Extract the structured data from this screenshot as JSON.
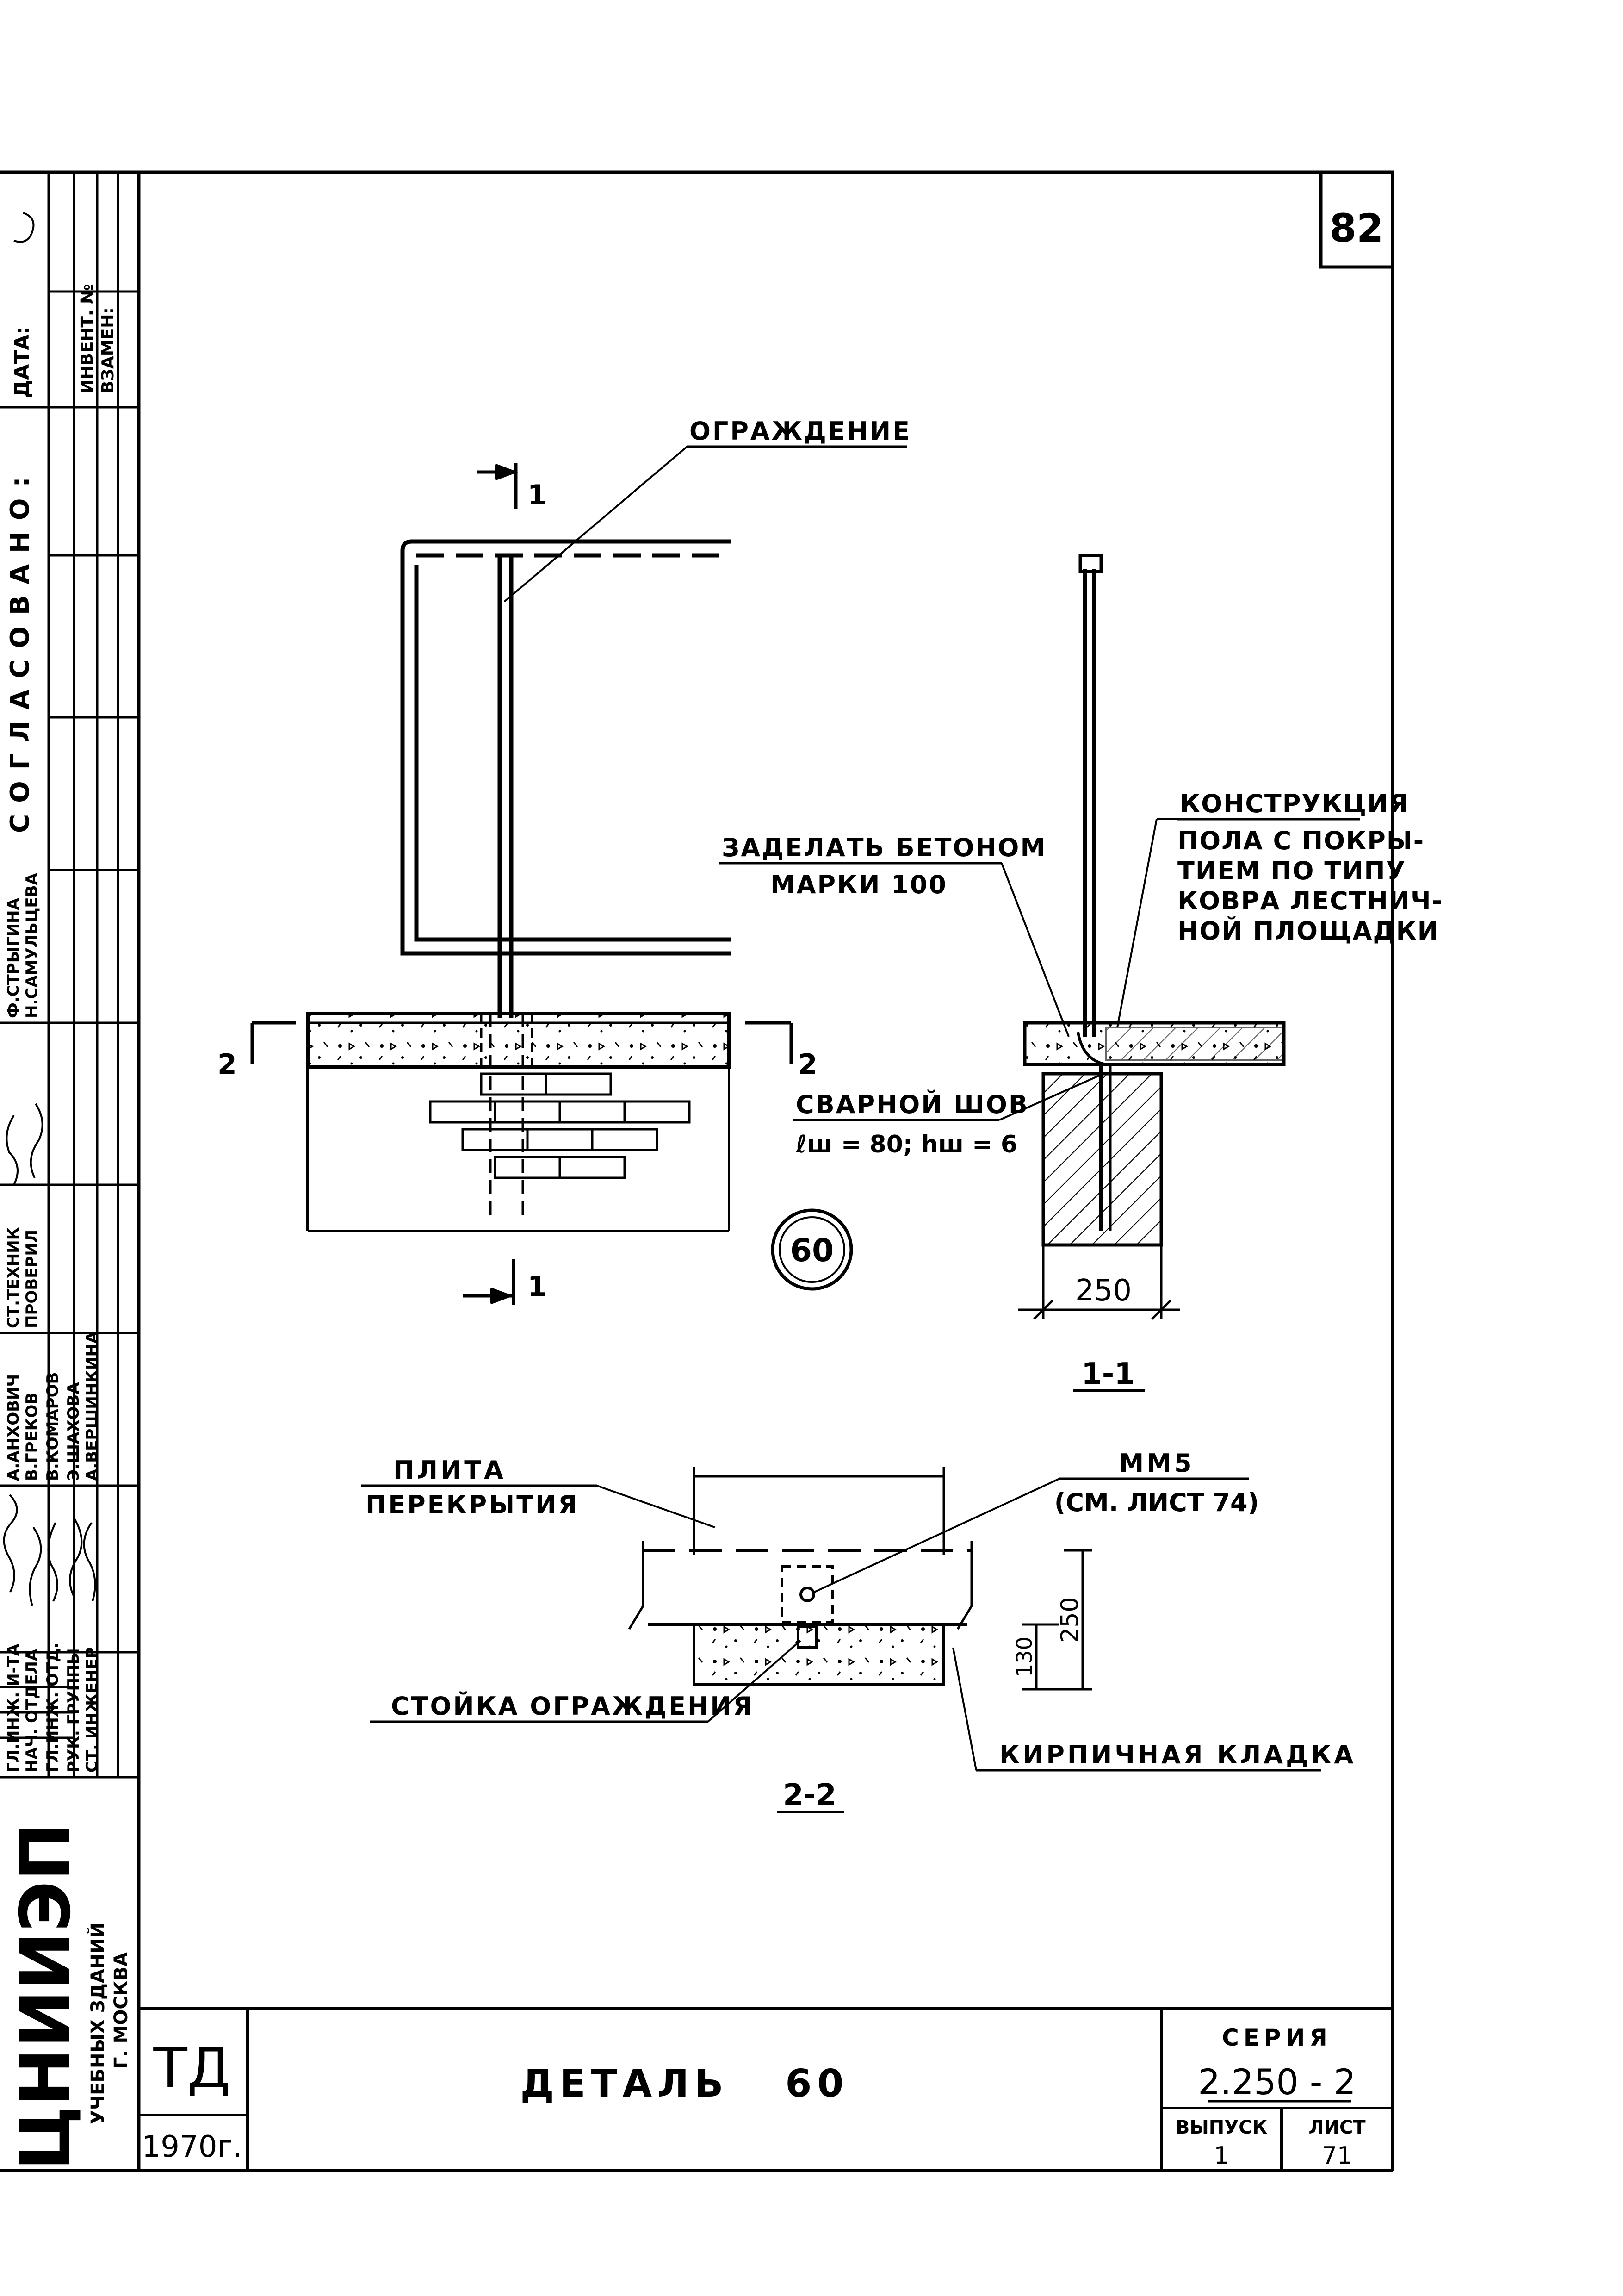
{
  "sheet": {
    "page_number": "82",
    "approval": {
      "heading": "СОГЛАСОВАНО:",
      "date_label": "ДАТА:",
      "inventory_label": "ИНВЕНТ. №",
      "replacement_label": "ВЗАМЕН:"
    },
    "signatures": [
      {
        "role": "ГЛ.ИНЖ. И-ТА",
        "name": "А.АНХОВИЧ",
        "role2": "СТ.ТЕХНИК",
        "name2": "Ф.СТРЫГИНА"
      },
      {
        "role": "НАЧ. ОТДЕЛА",
        "name": "В.ГРЕКОВ",
        "role2": "ПРОВЕРИЛ",
        "name2": "Н.САМУЛЬЦЕВА"
      },
      {
        "role": "ГЛ.ИНЖ. ОТД.",
        "name": "В.КОМАРОВ",
        "role2": "",
        "name2": ""
      },
      {
        "role": "РУК. ГРУППЫ",
        "name": "Э.ШАХОВА",
        "role2": "",
        "name2": ""
      },
      {
        "role": "СТ. ИНЖЕНЕР",
        "name": "А.ВЕРШИНКИНА",
        "role2": "",
        "name2": ""
      }
    ],
    "organization": {
      "name": "ЦНИИЭП",
      "line1": "УЧЕБНЫХ ЗДАНИЙ",
      "line2": "Г. МОСКВА"
    },
    "title_block": {
      "td": "ТД",
      "year": "1970г.",
      "title": "ДЕТАЛЬ   60",
      "series_label": "СЕРИЯ",
      "series": "2.250 - 2",
      "issue_label": "ВЫПУСК",
      "issue": "1",
      "list_label": "ЛИСТ",
      "list": "71"
    }
  },
  "drawing": {
    "detail_number": "60",
    "labels": {
      "railing": "ОГРАЖДЕНИЕ",
      "concrete_1": "ЗАДЕЛАТЬ БЕТОНОМ",
      "concrete_2": "МАРКИ 100",
      "floor_1": "КОНСТРУКЦИЯ",
      "floor_2": "ПОЛА С ПОКРЫ-",
      "floor_3": "ТИЕМ ПО ТИПУ",
      "floor_4": "КОВРА ЛЕСТНИЧ-",
      "floor_5": "НОЙ ПЛОЩАДКИ",
      "weld_1": "СВАРНОЙ ШОВ",
      "weld_2": "ℓш = 80;  hш = 6",
      "slab_1": "ПЛИТА",
      "slab_2": "ПЕРЕКРЫТИЯ",
      "mm5_1": "ММ5",
      "mm5_2": "(СМ. ЛИСТ 74)",
      "post": "СТОЙКА ОГРАЖДЕНИЯ",
      "brick": "КИРПИЧНАЯ КЛАДКА"
    },
    "section_marks": {
      "s1": "1",
      "s2": "2",
      "section_1_title": "1-1",
      "section_2_title": "2-2"
    },
    "dimensions": {
      "width_1_1": "250",
      "dim_130": "130",
      "dim_250": "250"
    }
  }
}
